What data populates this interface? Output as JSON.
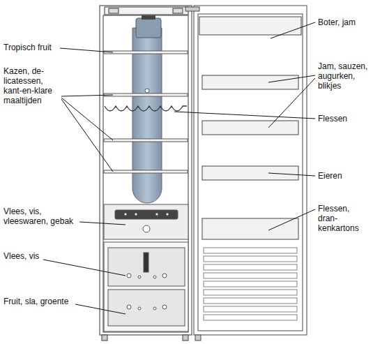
{
  "diagram": {
    "labels": [
      "Tropisch fruit",
      "Kazen, de- licatessen, kant-en-klare maaltijden",
      "Vlees, vis, vleeswaren, gebak",
      "Vlees, vis",
      "Fruit, sla, groente",
      "Boter, jam",
      "Jam, sauzen, augurken, blikjes",
      "Flessen",
      "Eieren",
      "Flessen, dran- kenkartons"
    ]
  }
}
